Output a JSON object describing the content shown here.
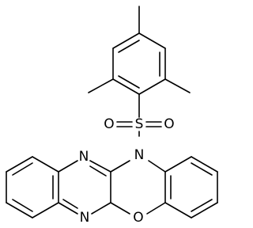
{
  "diagram": {
    "type": "chemical-structure",
    "atom_labels": {
      "sulfur": "S",
      "sulfonyl_oxygen_left": "O",
      "sulfonyl_oxygen_right": "O",
      "nitrogen_ring": "N",
      "nitrogen_top": "N",
      "nitrogen_bottom": "N",
      "oxygen_ring": "O"
    }
  }
}
